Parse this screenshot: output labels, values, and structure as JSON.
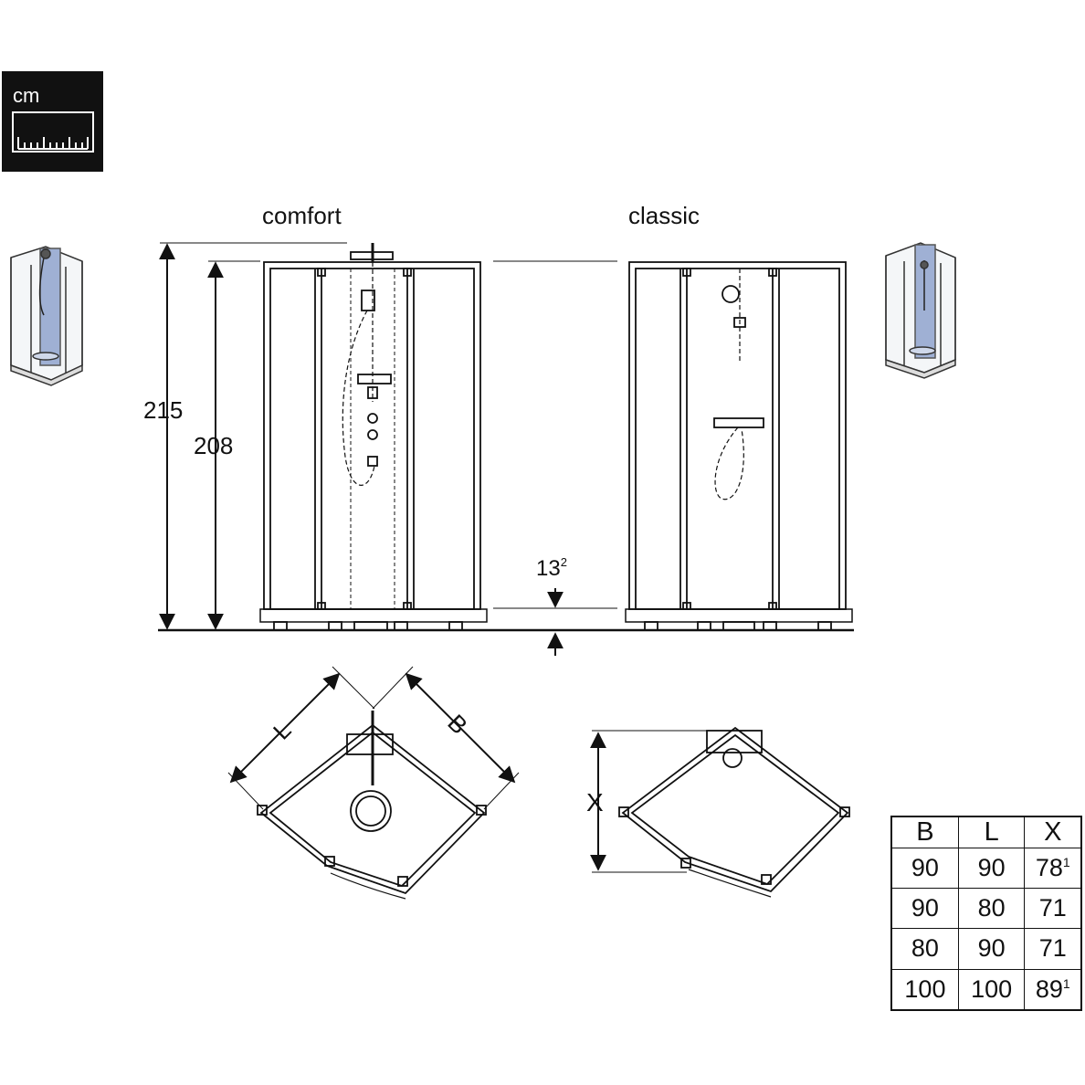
{
  "unit_badge": {
    "text": "cm"
  },
  "titles": {
    "left": "comfort",
    "right": "classic"
  },
  "heights": {
    "total": "215",
    "frame": "208",
    "tray": "13",
    "tray_note": "2"
  },
  "plan_labels": {
    "L": "L",
    "B": "B",
    "X": "X"
  },
  "table": {
    "headers": [
      "B",
      "L",
      "X"
    ],
    "rows": [
      [
        {
          "v": "90"
        },
        {
          "v": "90"
        },
        {
          "v": "78",
          "sup": "1"
        }
      ],
      [
        {
          "v": "90"
        },
        {
          "v": "80"
        },
        {
          "v": "71"
        }
      ],
      [
        {
          "v": "80"
        },
        {
          "v": "90"
        },
        {
          "v": "71"
        }
      ],
      [
        {
          "v": "100"
        },
        {
          "v": "100"
        },
        {
          "v": "89",
          "sup": "1"
        }
      ]
    ]
  }
}
